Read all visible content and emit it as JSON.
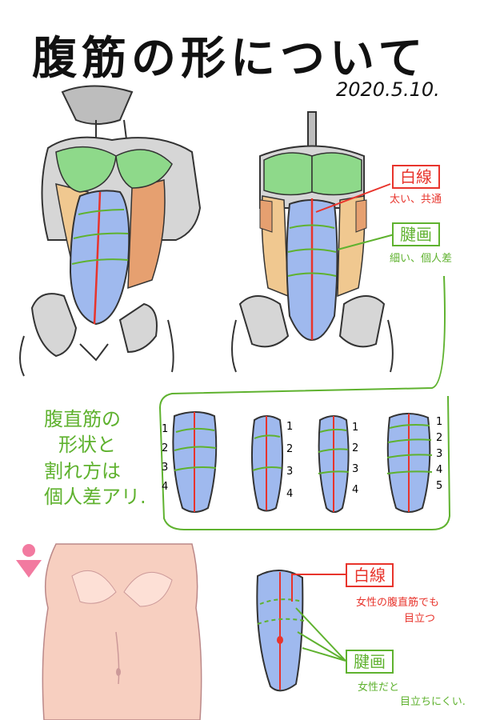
{
  "title": "腹筋の形について",
  "date": "2020.5.10.",
  "top_right_labels": {
    "white_line_label": "白線",
    "white_line_note": "太い、共通",
    "tendon_label": "腱画",
    "tendon_note": "細い、個人差"
  },
  "middle_note": {
    "line1": "腹直筋の",
    "line2": "形状と",
    "line3": "割れ方は",
    "line4": "個人差アリ."
  },
  "variants": [
    {
      "numbers": [
        "1",
        "2",
        "3",
        "4"
      ]
    },
    {
      "numbers": [
        "1",
        "2",
        "3",
        "4"
      ]
    },
    {
      "numbers": [
        "1",
        "2",
        "3",
        "4"
      ]
    },
    {
      "numbers": [
        "1",
        "2",
        "3",
        "4",
        "5"
      ]
    }
  ],
  "bottom_labels": {
    "white_line_label": "白線",
    "white_line_note_1": "女性の腹直筋でも",
    "white_line_note_2": "目立つ",
    "tendon_label": "腱画",
    "tendon_note_1": "女性だと",
    "tendon_note_2": "目立ちにくい."
  },
  "colors": {
    "abs_blue": "#9fb9ee",
    "pec_green": "#8ed98a",
    "oblique_orange": "#f0c890",
    "serratus": "#e6a070",
    "skin": "#f7cfc0",
    "line_red": "#e8342c",
    "tendon_green": "#5fb22f",
    "bone_gray": "#bdbdbd",
    "arrow_pink": "#f27aa0"
  }
}
